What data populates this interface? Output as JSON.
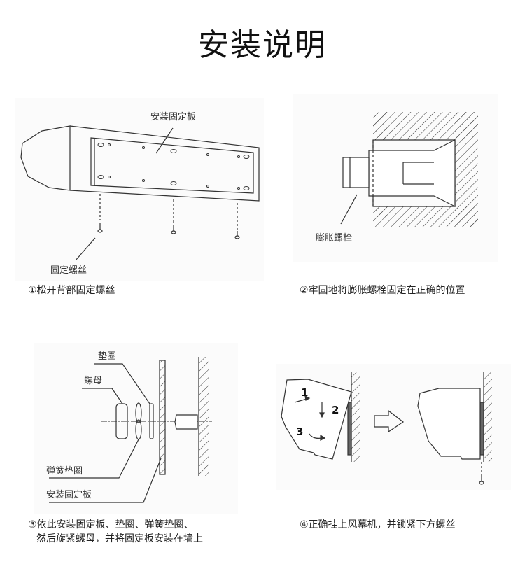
{
  "title": "安装说明",
  "steps": [
    {
      "caption": "①松开背部固定螺丝",
      "labels": {
        "plate": "安装固定板",
        "screw": "固定螺丝"
      }
    },
    {
      "caption": "②牢固地将膨胀螺栓固定在正确的位置",
      "labels": {
        "bolt": "膨胀螺栓"
      }
    },
    {
      "caption_line1": "③依此安装固定板、垫圈、弹簧垫圈、",
      "caption_line2": "然后旋紧螺母，并将固定板安装在墙上",
      "labels": {
        "washer": "垫圈",
        "nut": "螺母",
        "spring_washer": "弹簧垫圈",
        "plate": "安装固定板"
      }
    },
    {
      "caption": "④正确挂上风幕机，并锁紧下方螺丝",
      "labels": {
        "n1": "1",
        "n2": "2",
        "n3": "3"
      }
    }
  ]
}
